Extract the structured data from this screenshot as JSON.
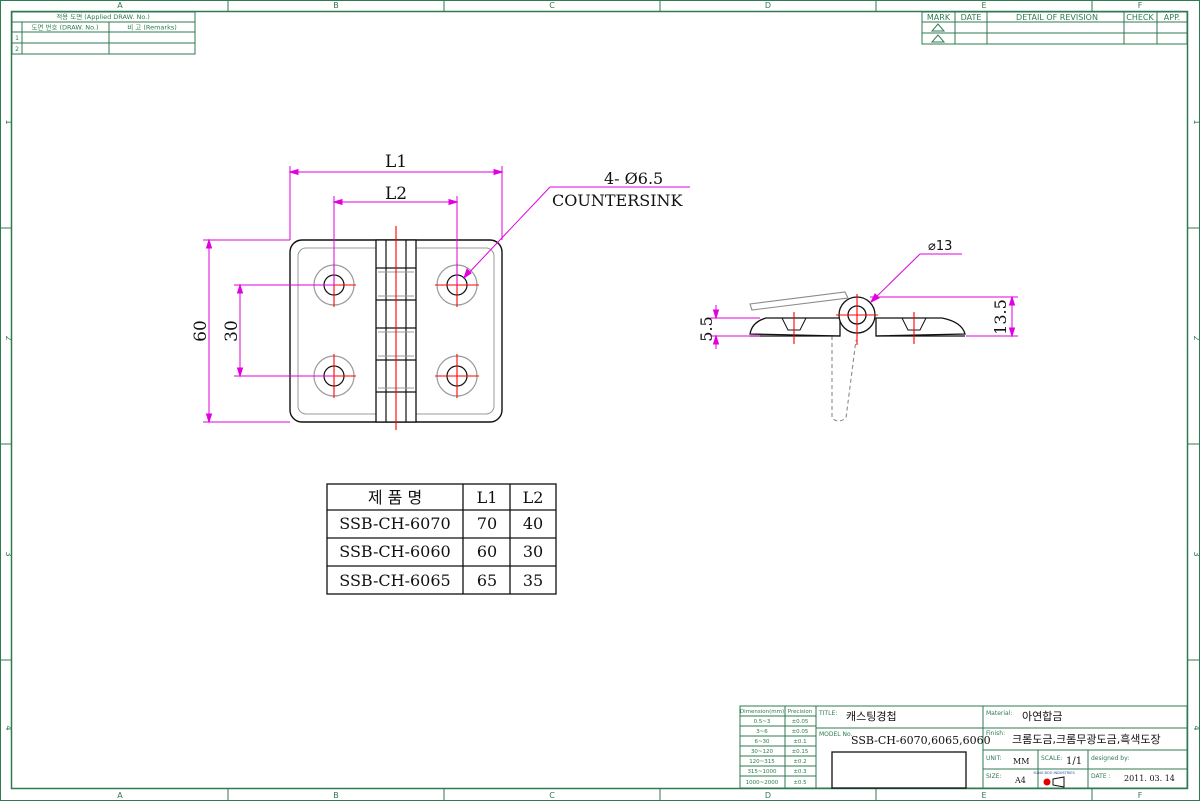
{
  "zone_columns": [
    "A",
    "B",
    "C",
    "D",
    "E",
    "F"
  ],
  "zone_rows": [
    "1",
    "2",
    "3",
    "4"
  ],
  "applied_table": {
    "header": "적용 도면 (Applied DRAW. No.)",
    "col1": "도면 번호 (DRAW. No.)",
    "col2": "비 고 (Remarks)",
    "rows": [
      "1",
      "2"
    ]
  },
  "revision_table": {
    "headers": [
      "MARK",
      "DATE",
      "DETAIL OF REVISION",
      "CHECK",
      "APP."
    ]
  },
  "front_view": {
    "dim_l1": "L1",
    "dim_l2": "L2",
    "dim_height": "60",
    "dim_hole_pitch": "30",
    "hole_note_line1": "4- Ø6.5",
    "hole_note_line2": "COUNTERSINK"
  },
  "side_view": {
    "dim_pin_dia": "⌀13",
    "dim_thickness": "5.5",
    "dim_total_height": "13.5"
  },
  "product_table": {
    "headers": [
      "제 품 명",
      "L1",
      "L2"
    ],
    "rows": [
      [
        "SSB-CH-6070",
        "70",
        "40"
      ],
      [
        "SSB-CH-6060",
        "60",
        "30"
      ],
      [
        "SSB-CH-6065",
        "65",
        "35"
      ]
    ]
  },
  "tolerance_table": {
    "headers": [
      "Dimension(mm)",
      "Precision"
    ],
    "rows": [
      [
        "0.5~3",
        "±0.05"
      ],
      [
        "3~6",
        "±0.05"
      ],
      [
        "6~30",
        "±0.1"
      ],
      [
        "30~120",
        "±0.15"
      ],
      [
        "120~315",
        "±0.2"
      ],
      [
        "315~1000",
        "±0.3"
      ],
      [
        "1000~2000",
        "±0.5"
      ]
    ]
  },
  "title_block": {
    "title_label": "TITLE:",
    "title_value": "캐스팅경첩",
    "material_label": "Material:",
    "material_value": "아연합금",
    "model_label": "MODEL No.",
    "model_value": "SSB-CH-6070,6065,6060",
    "finish_label": "Finish:",
    "finish_value": "크롬도금,크롬무광도금,흑색도장",
    "unit_label": "UNIT:",
    "unit_value": "MM",
    "scale_label": "SCALE:",
    "scale_value": "1/1",
    "designed_label": "designed by:",
    "size_label": "SIZE:",
    "size_value": "A4",
    "date_label": "DATE :",
    "date_value": "2011. 03. 14",
    "logo_text": "SUNG BOO INDUSTRIES"
  },
  "colors": {
    "frame": "#2f7a52",
    "drawing": "#111111",
    "dimension": "#e000e0",
    "centerline": "#ff0000",
    "hidden": "#8a8a8a"
  }
}
